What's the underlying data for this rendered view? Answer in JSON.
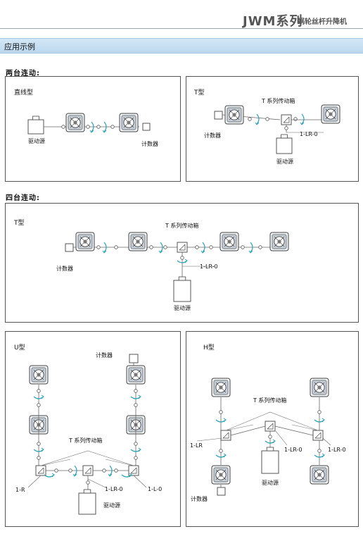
{
  "header": {
    "brand": "JWM系列",
    "subtitle": "蜗轮丝杆升降机"
  },
  "banner": {
    "title": "应用示例"
  },
  "sections": {
    "two": "两台连动:",
    "four": "四台连动:"
  },
  "panels": {
    "straight": {
      "title": "直线型",
      "driver": "驱动源",
      "counter": "计数器"
    },
    "t_two": {
      "title": "T型",
      "gearbox": "T 系列传动箱",
      "counter": "计数器",
      "code": "1-LR-0",
      "driver": "驱动源"
    },
    "t_four": {
      "title": "T型",
      "gearbox": "T 系列传动箱",
      "counter": "计数器",
      "code": "1-LR-0",
      "driver": "驱动源"
    },
    "u": {
      "title": "U型",
      "counter": "计数器",
      "gearbox": "T 系列传动箱",
      "code_left": "1-R",
      "code_mid": "1-LR-0",
      "code_right": "1-L-0",
      "driver": "驱动源"
    },
    "h": {
      "title": "H型",
      "gearbox": "T 系列传动箱",
      "code_left": "1-LR",
      "code_mid": "1-LR-0",
      "code_right": "1-LR-0",
      "driver": "驱动源",
      "counter": "计数器"
    }
  },
  "colors": {
    "arrow": "#2aa3b5",
    "band": "#c6def1"
  }
}
